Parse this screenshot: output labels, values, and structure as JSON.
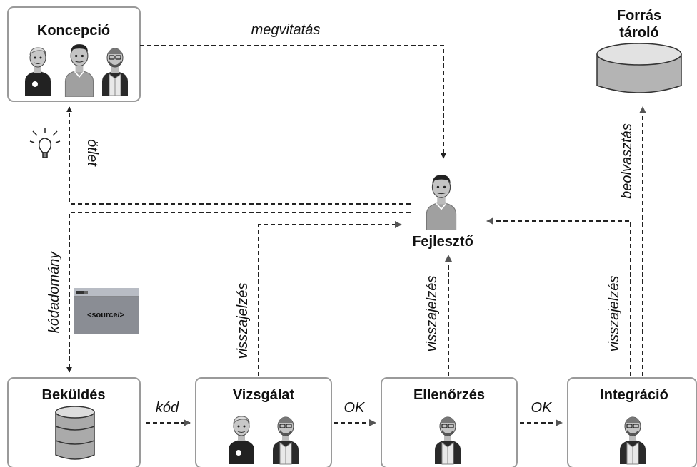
{
  "nodes": {
    "concept": "Koncepció",
    "repository": [
      "Forrás",
      "tároló"
    ],
    "developer": "Fejlesztő",
    "submit": "Beküldés",
    "test": "Vizsgálat",
    "review": "Ellenőrzés",
    "integration": "Integráció"
  },
  "edges": {
    "discussion": "megvitatás",
    "idea": "ötlet",
    "codebase": "kódadomány",
    "code": "kód",
    "ok_test_review": "OK",
    "ok_review_integration": "OK",
    "feedback_test": "visszajelzés",
    "feedback_review": "visszajelzés",
    "feedback_integration": "visszajelzés",
    "merge": "beolvasztás"
  },
  "source_window": {
    "text": "<source/>"
  },
  "icons": [
    "lightbulb-icon",
    "database-icon",
    "cylinder-icon",
    "person-icon",
    "source-window-icon"
  ],
  "colors": {
    "box_border": "#9a9a9a",
    "line": "#222222",
    "icon_fill": "#a8a8a8"
  }
}
